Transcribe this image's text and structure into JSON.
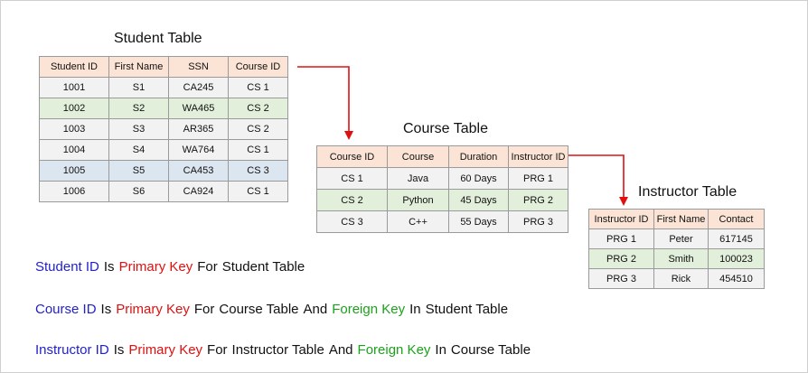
{
  "student_table": {
    "title": "Student Table",
    "headers": [
      "Student ID",
      "First Name",
      "SSN",
      "Course ID"
    ],
    "rows": [
      [
        "1001",
        "S1",
        "CA245",
        "CS 1"
      ],
      [
        "1002",
        "S2",
        "WA465",
        "CS 2"
      ],
      [
        "1003",
        "S3",
        "AR365",
        "CS 2"
      ],
      [
        "1004",
        "S4",
        "WA764",
        "CS 1"
      ],
      [
        "1005",
        "S5",
        "CA453",
        "CS 3"
      ],
      [
        "1006",
        "S6",
        "CA924",
        "CS 1"
      ]
    ]
  },
  "course_table": {
    "title": "Course Table",
    "headers": [
      "Course ID",
      "Course",
      "Duration",
      "Instructor ID"
    ],
    "rows": [
      [
        "CS 1",
        "Java",
        "60 Days",
        "PRG 1"
      ],
      [
        "CS 2",
        "Python",
        "45 Days",
        "PRG 2"
      ],
      [
        "CS 3",
        "C++",
        "55 Days",
        "PRG 3"
      ]
    ]
  },
  "instructor_table": {
    "title": "Instructor Table",
    "headers": [
      "Instructor ID",
      "First Name",
      "Contact"
    ],
    "rows": [
      [
        "PRG 1",
        "Peter",
        "617145"
      ],
      [
        "PRG 2",
        "Smith",
        "100023"
      ],
      [
        "PRG 3",
        "Rick",
        "454510"
      ]
    ]
  },
  "statements": [
    [
      {
        "text": "Student ID",
        "color": "blue"
      },
      {
        "text": "Is",
        "color": "black"
      },
      {
        "text": "Primary Key",
        "color": "red"
      },
      {
        "text": "For",
        "color": "black"
      },
      {
        "text": "Student Table",
        "color": "black"
      }
    ],
    [
      {
        "text": "Course ID",
        "color": "blue"
      },
      {
        "text": "Is",
        "color": "black"
      },
      {
        "text": "Primary Key",
        "color": "red"
      },
      {
        "text": "For",
        "color": "black"
      },
      {
        "text": "Course Table",
        "color": "black"
      },
      {
        "text": "And",
        "color": "black"
      },
      {
        "text": "Foreign Key",
        "color": "green"
      },
      {
        "text": "In",
        "color": "black"
      },
      {
        "text": "Student Table",
        "color": "black"
      }
    ],
    [
      {
        "text": "Instructor ID",
        "color": "blue"
      },
      {
        "text": "Is",
        "color": "black"
      },
      {
        "text": "Primary Key",
        "color": "red"
      },
      {
        "text": "For",
        "color": "black"
      },
      {
        "text": "Instructor Table",
        "color": "black"
      },
      {
        "text": "And",
        "color": "black"
      },
      {
        "text": "Foreign Key",
        "color": "green"
      },
      {
        "text": "In",
        "color": "black"
      },
      {
        "text": "Course Table",
        "color": "black"
      }
    ]
  ],
  "row_colors": [
    "white",
    "green",
    "white",
    "white",
    "blue",
    "white"
  ],
  "colors": {
    "header_fill": "#fbe4d5",
    "row_white": "#f2f2f2",
    "row_green": "#e2efda",
    "row_blue": "#dce6f1",
    "arrow": "#e01010",
    "primary_key_text": "#e01010",
    "foreign_key_text": "#1aa31a",
    "id_text": "#1f1fcc"
  }
}
